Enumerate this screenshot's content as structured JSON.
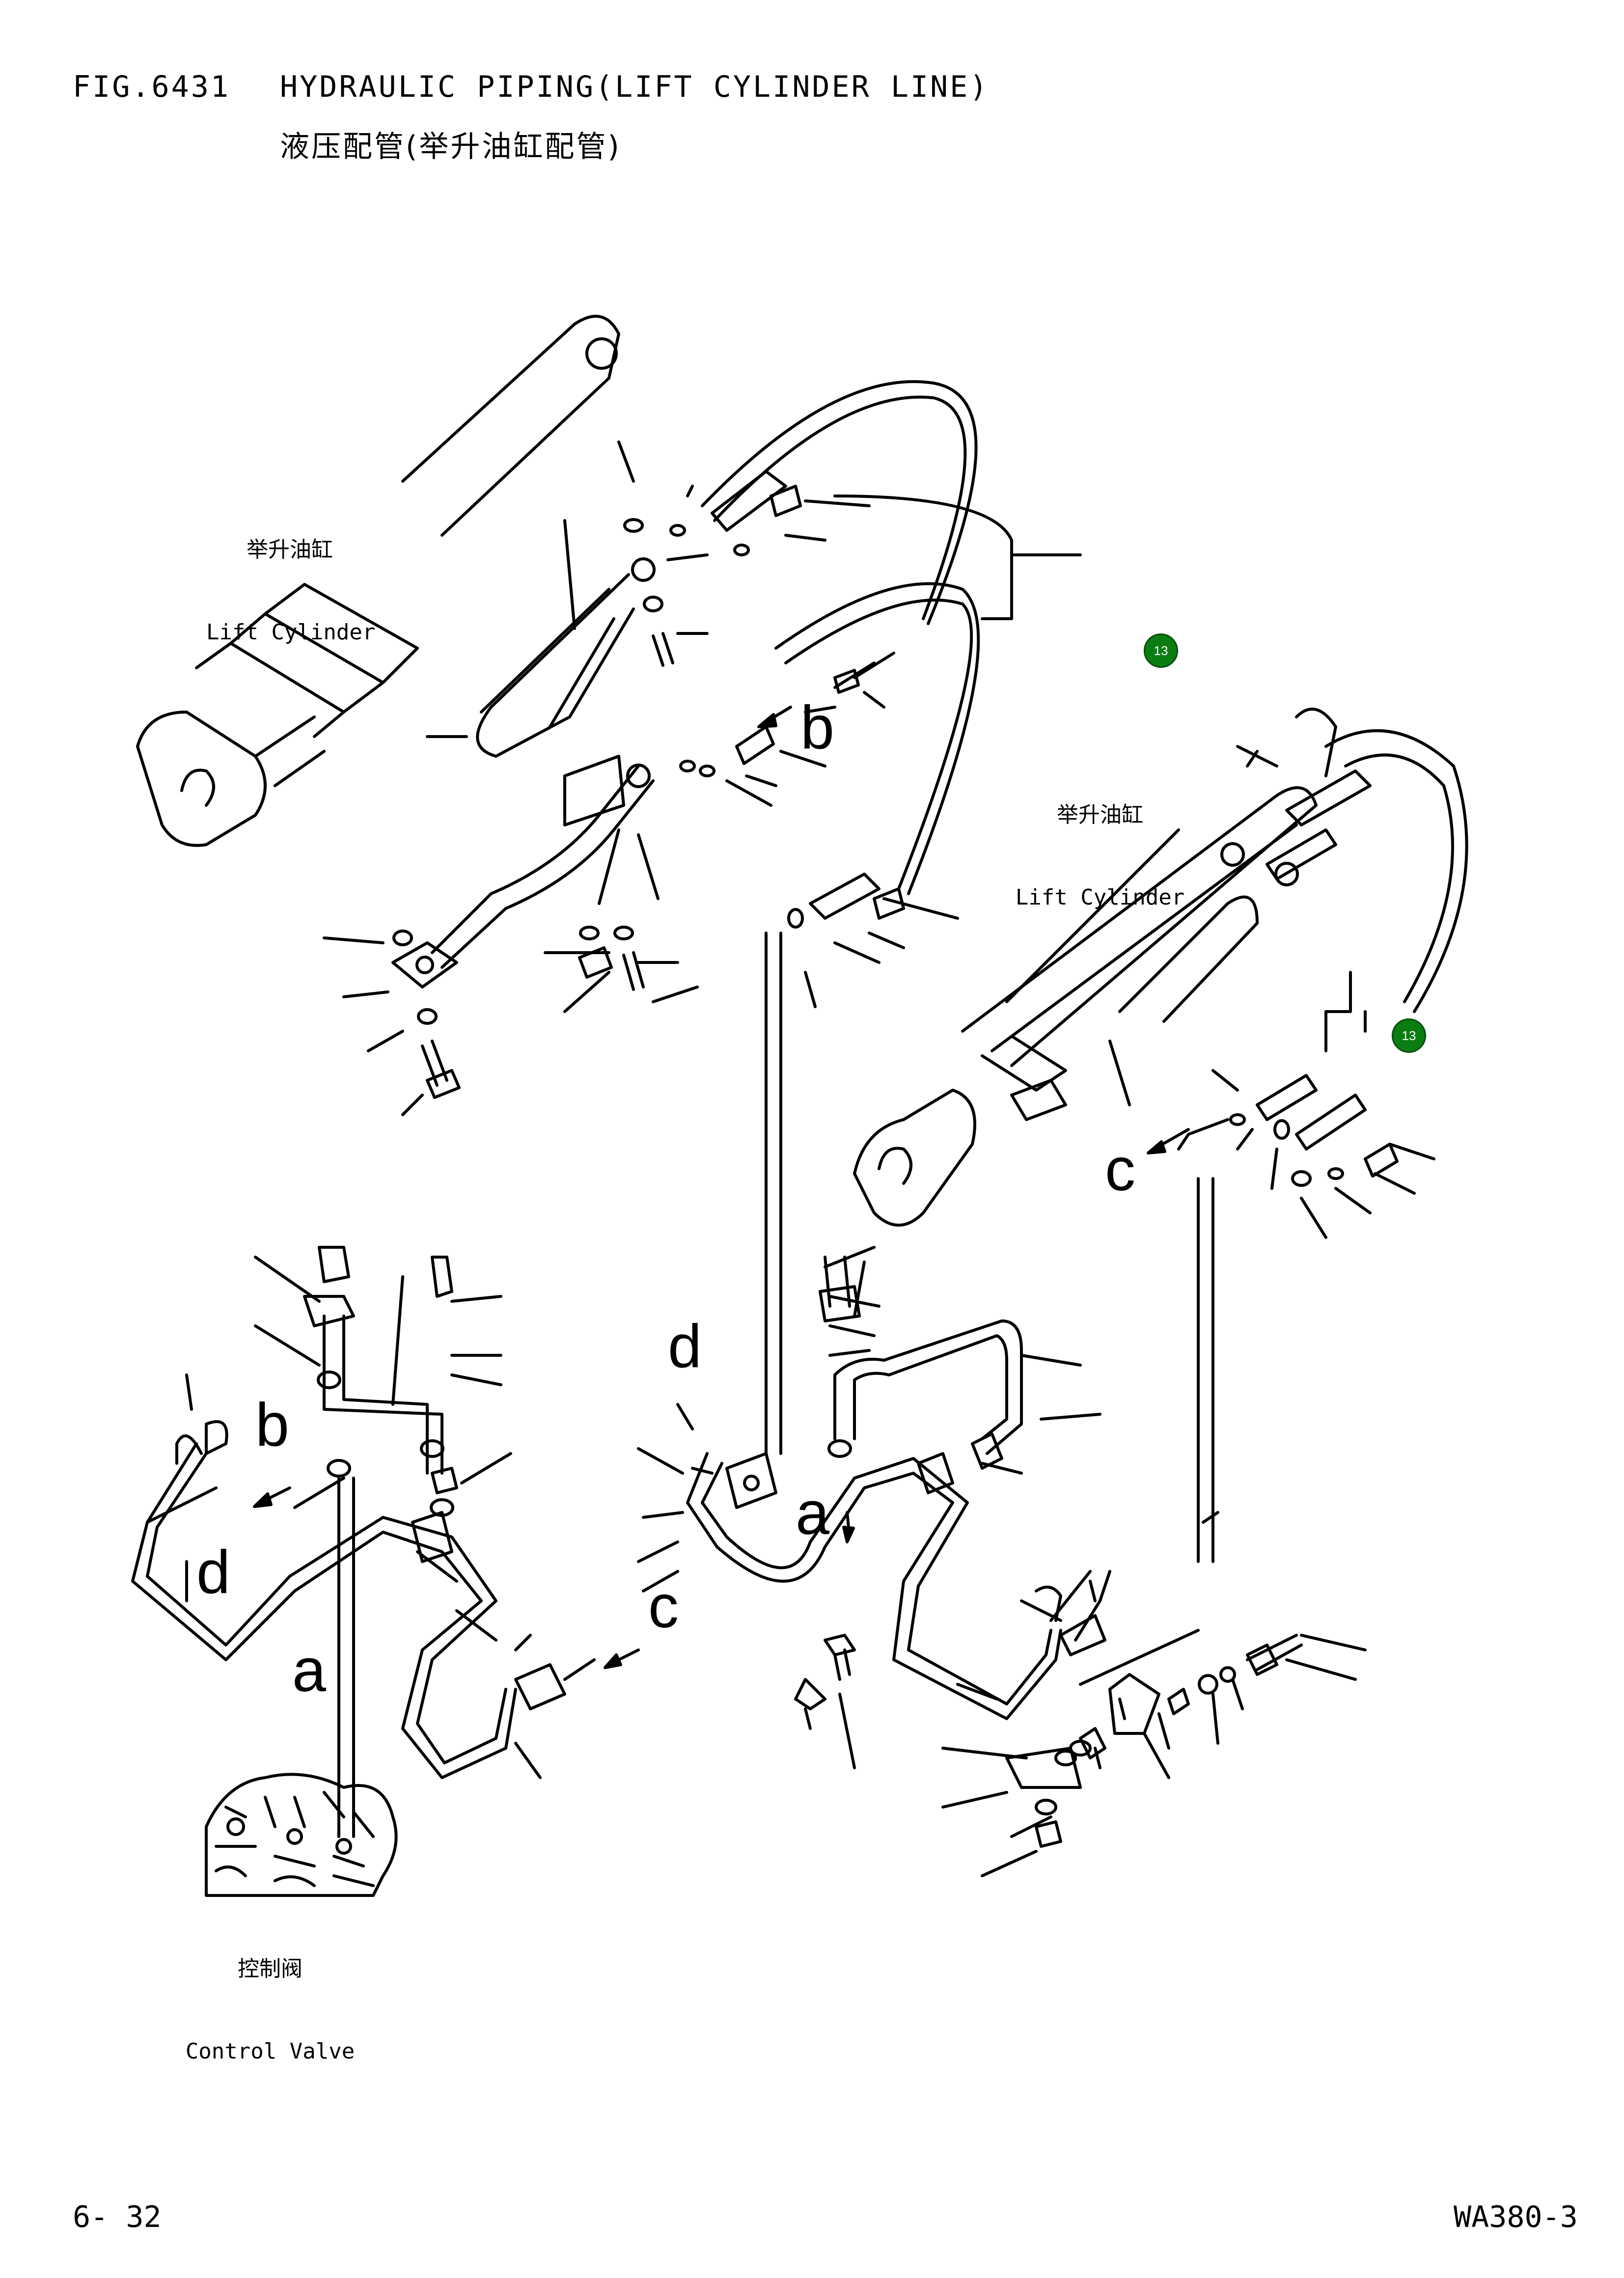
{
  "header": {
    "fig_no": "FIG.6431",
    "title_en": "HYDRAULIC PIPING(LIFT CYLINDER LINE)",
    "title_cn": "液压配管(举升油缸配管)"
  },
  "labels": {
    "lift_cylinder_left_cn": "举升油缸",
    "lift_cylinder_left_en": "Lift Cylinder",
    "lift_cylinder_right_cn": "举升油缸",
    "lift_cylinder_right_en": "Lift Cylinder",
    "control_valve_cn": "控制阀",
    "control_valve_en": "Control Valve"
  },
  "connection_letters": {
    "b_top": "b",
    "c_right": "c",
    "d_mid": "d",
    "b_left": "b",
    "d_left": "d",
    "a_mid": "a",
    "a_left": "a",
    "c_mid": "c"
  },
  "callouts": [
    {
      "id": "callout-13-upper",
      "text": "13"
    },
    {
      "id": "callout-13-lower",
      "text": "13"
    }
  ],
  "footer": {
    "page": "6- 32",
    "model": "WA380-3"
  }
}
